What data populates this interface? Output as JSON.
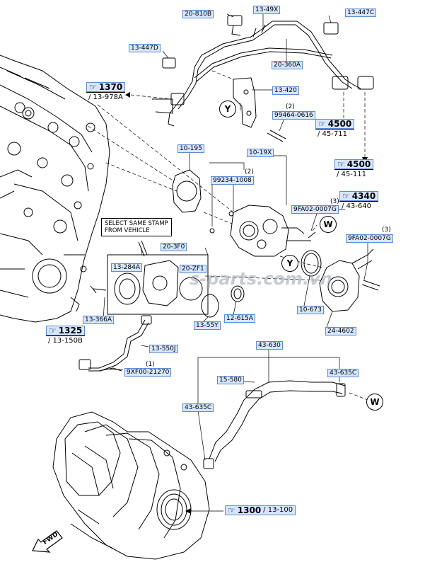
{
  "labels": {
    "l_20_810b": "20-810B",
    "l_13_49x": "13-49X",
    "l_13_447c": "13-447C",
    "l_13_447d": "13-447D",
    "l_20_360a": "20-360A",
    "l_13_420": "13-420",
    "l_99464": "99464-0616",
    "l_10_195": "10-195",
    "l_10_19x": "10-19X",
    "l_99234": "99234-1008",
    "l_9fa02_a": "9FA02-0007G",
    "l_9fa02_b": "9FA02-0007G",
    "l_20_3f0": "20-3F0",
    "l_13_284a": "13-284A",
    "l_20_zf1": "20-ZF1",
    "l_13_366a": "13-366A",
    "l_13_55y": "13-55Y",
    "l_12_615a": "12-615A",
    "l_10_673": "10-673",
    "l_24_4602": "24-4602",
    "l_13_550j": "13-550J",
    "l_9xf00": "9XF00-21270",
    "l_43_630": "43-630",
    "l_15_580": "15-580",
    "l_43_635c_a": "43-635C",
    "l_43_635c_b": "43-635C"
  },
  "qty": {
    "q_99464": "(2)",
    "q_99234": "(2)",
    "q_4340": "(3)",
    "q_9fa02": "(3)",
    "q_9xf00": "(1)"
  },
  "refs": {
    "r1370": {
      "num": "1370",
      "sub": "/ 13-978A"
    },
    "r4500a": {
      "num": "4500",
      "sub": "/ 45-711"
    },
    "r4500b": {
      "num": "4500",
      "sub": "/ 45-111"
    },
    "r4340": {
      "num": "4340",
      "sub": "/ 43-640"
    },
    "r1325": {
      "num": "1325",
      "sub": "/ 13-150B"
    },
    "r1300": {
      "num": "1300",
      "sub": "/ 13-100"
    }
  },
  "markers": {
    "y1": "Y",
    "y2": "Y",
    "w1": "W",
    "w2": "W"
  },
  "note": {
    "line1": "SELECT SAME STAMP",
    "line2": "FROM VEHICLE"
  },
  "watermark": "s-parts.com.vn",
  "fwd_label": "FWD"
}
